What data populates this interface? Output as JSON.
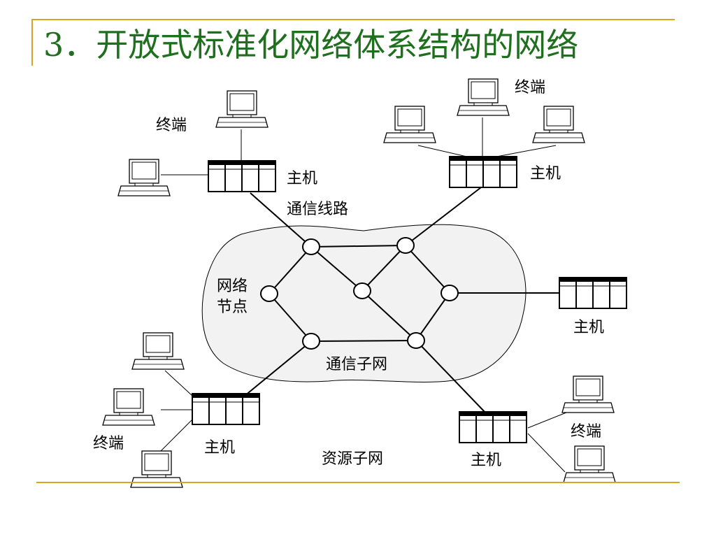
{
  "slide": {
    "title": "3．开放式标准化网络体系结构的网络",
    "title_color": "#1f6f1f",
    "accent_color": "#d9a521"
  },
  "labels": {
    "terminal": "终端",
    "host": "主机",
    "comm_line": "通信线路",
    "network_node_line1": "网络",
    "network_node_line2": "节点",
    "comm_subnet": "通信子网",
    "resource_subnet": "资源子网"
  },
  "icons": {
    "terminal": "computer-terminal-icon",
    "host": "host-server-icon",
    "node": "network-node-circle"
  },
  "colors": {
    "cloud_fill": "#f2f2f2",
    "line": "#000000"
  }
}
